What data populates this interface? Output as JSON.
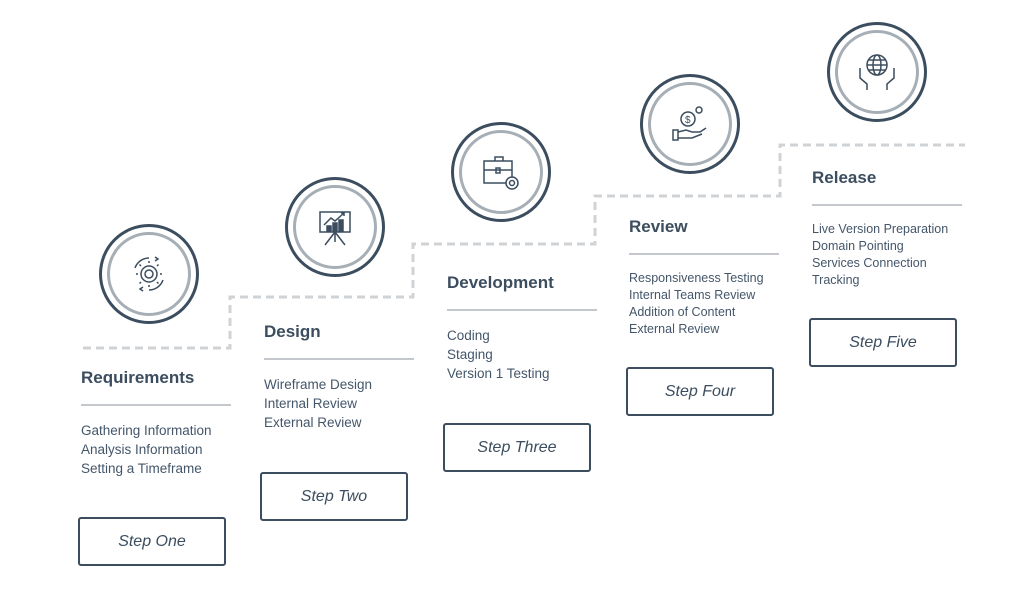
{
  "steps": [
    {
      "title": "Requirements",
      "items": [
        "Gathering Information",
        "Analysis Information",
        "Setting a Timeframe"
      ],
      "button": "Step One",
      "icon": "gear-cycle-icon"
    },
    {
      "title": "Design",
      "items": [
        "Wireframe Design",
        "Internal Review",
        "External Review"
      ],
      "button": "Step Two",
      "icon": "presentation-chart-icon"
    },
    {
      "title": "Development",
      "items": [
        "Coding",
        "Staging",
        "Version 1 Testing"
      ],
      "button": "Step Three",
      "icon": "briefcase-gear-icon"
    },
    {
      "title": "Review",
      "items": [
        "Responsiveness Testing",
        "Internal Teams Review",
        "Addition of Content",
        "External Review"
      ],
      "button": "Step Four",
      "icon": "hand-coin-icon"
    },
    {
      "title": "Release",
      "items": [
        "Live Version Preparation",
        "Domain Pointing",
        "Services Connection",
        "Tracking"
      ],
      "button": "Step Five",
      "icon": "hands-globe-icon"
    }
  ],
  "colors": {
    "dark": "#3b4d5e",
    "ring": "#a7afb6",
    "dash": "#d0d3d6"
  }
}
